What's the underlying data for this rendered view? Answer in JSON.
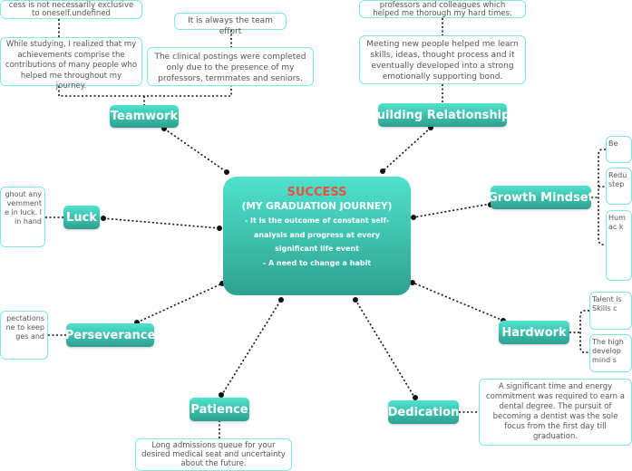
{
  "center": {
    "title": "SUCCESS",
    "subtitle": "(MY GRADUATION JOURNEY)",
    "line1": "- It is the outcome of constant self-analysis and progress at every significant life event",
    "line2": "- A need to change a habit",
    "title_color": "#e8513a"
  },
  "branches": {
    "teamwork": {
      "label": "Teamwork",
      "notes": [
        "cess is not necessarily exclusive to oneself.undefined",
        "While studying, I realized that my achievements comprise the contributions of many people who helped me throughout my journey.",
        "It is always the team effort",
        "The clinical postings were  completed only due to the presence of my professors, termmates and seniors."
      ]
    },
    "building": {
      "label": "Building Relationships",
      "notes": [
        "professors and colleagues  which helped me thorough my hard times.",
        "Meeting new people helped me learn skills, ideas, thought process and it eventually developed into a strong emotionally supporting bond."
      ]
    },
    "growth": {
      "label": "Growth Mindset",
      "notes": [
        "Be",
        "Redu step",
        "Hum ac  k"
      ]
    },
    "hardwork": {
      "label": "Hardwork",
      "notes": [
        "Talent is Skills c",
        "The high develop mind s"
      ]
    },
    "dedication": {
      "label": "Dedication",
      "notes": [
        "A significant time and energy commitment was required to earn a dental degree. The pursuit of becoming a dentist was the sole focus from the first day till graduation."
      ]
    },
    "patience": {
      "label": "Patience",
      "notes": [
        "Long admissions queue for your desired medical seat and uncertainty about the future."
      ]
    },
    "perseverance": {
      "label": "Perseverance",
      "notes": [
        "pectations ne to keep ges and"
      ]
    },
    "luck": {
      "label": "Luck",
      "notes": [
        "ghout any vemment e in luck. l in hand"
      ]
    }
  },
  "colors": {
    "topic": "#3cc3b0",
    "border": "#7ee9dc"
  }
}
